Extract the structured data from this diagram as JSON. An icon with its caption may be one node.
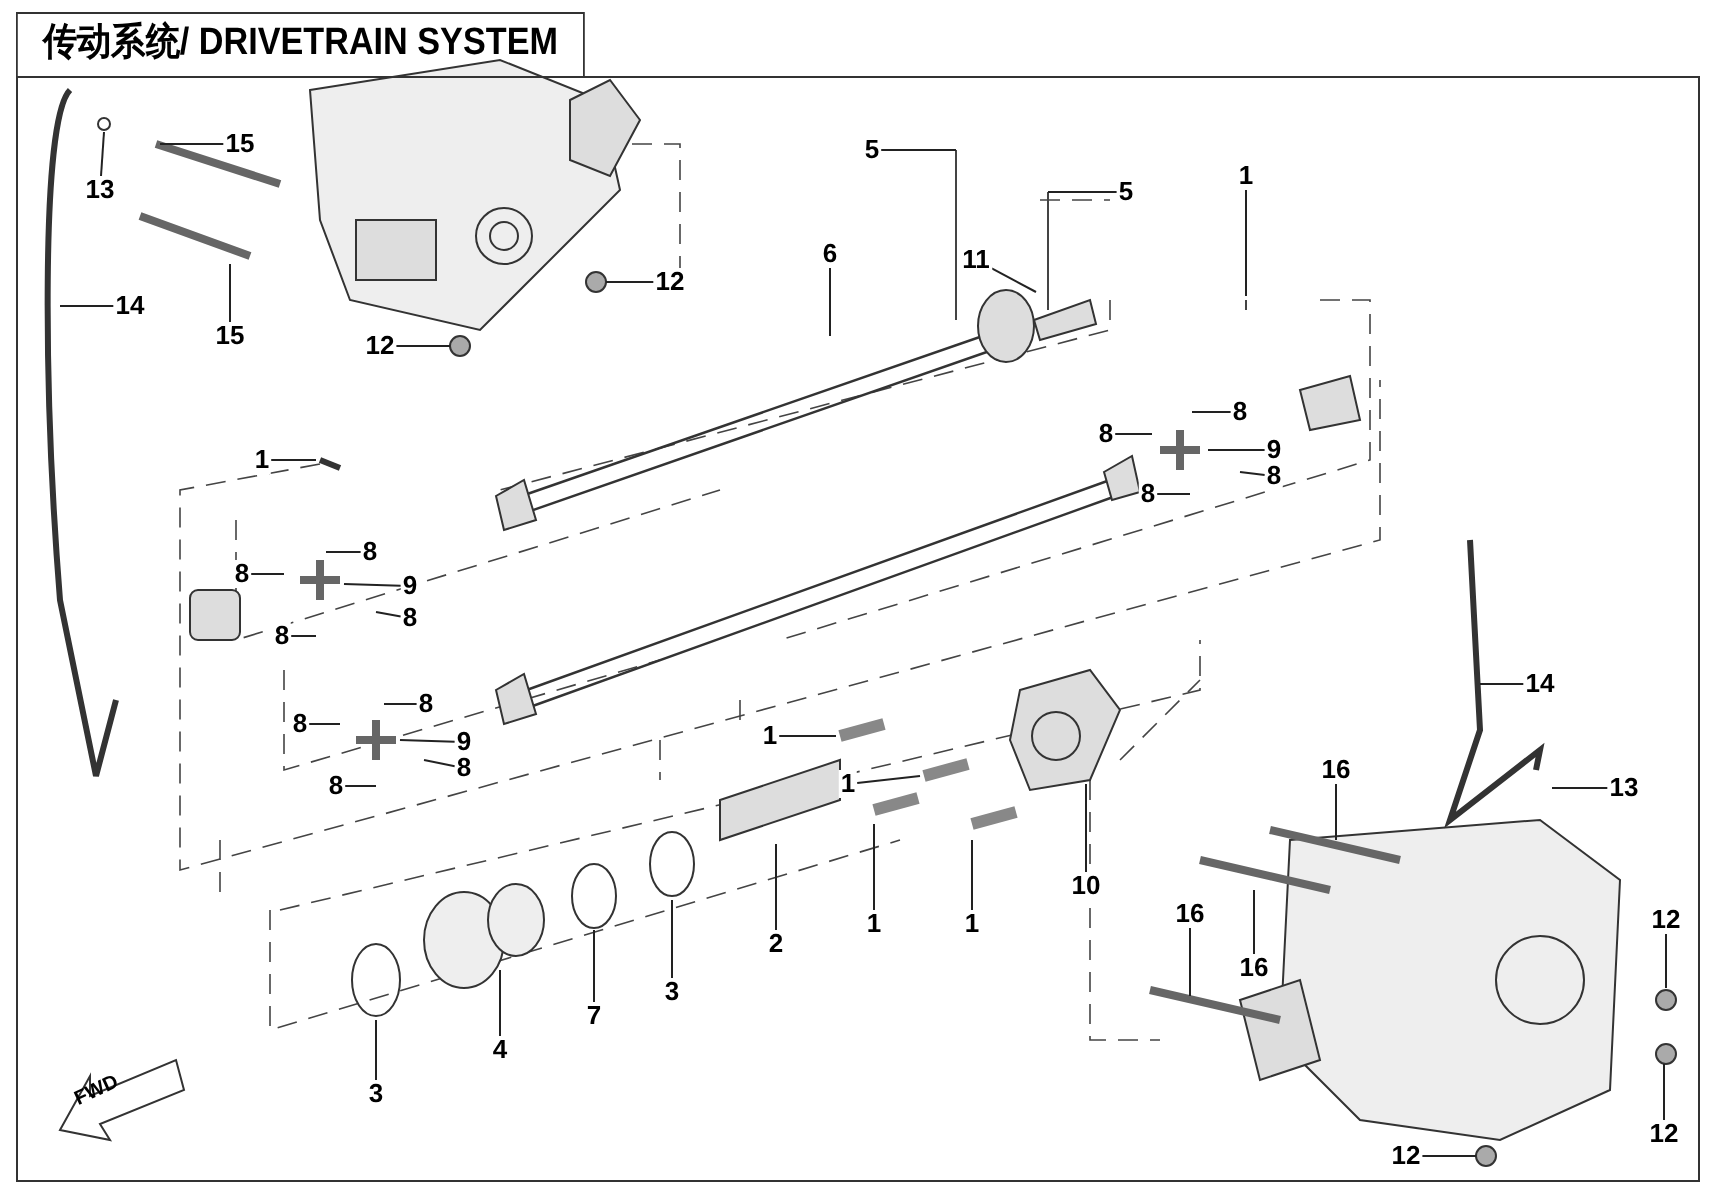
{
  "diagram": {
    "title": "传动系统/ DRIVETRAIN SYSTEM",
    "nodes": [
      {
        "text": [
          "15"
        ]
      },
      {
        "text": [
          "13"
        ]
      },
      {
        "text": [
          "15"
        ]
      },
      {
        "text": [
          "14"
        ]
      },
      {
        "text": [
          "12"
        ]
      },
      {
        "text": [
          "12"
        ]
      },
      {
        "text": [
          "6"
        ]
      },
      {
        "text": [
          "5"
        ]
      },
      {
        "text": [
          "5"
        ]
      },
      {
        "text": [
          "11"
        ]
      },
      {
        "text": [
          "1"
        ]
      },
      {
        "text": [
          "1"
        ]
      },
      {
        "text": [
          "8"
        ]
      },
      {
        "text": [
          "8"
        ]
      },
      {
        "text": [
          "9"
        ]
      },
      {
        "text": [
          "8"
        ]
      },
      {
        "text": [
          "8"
        ]
      },
      {
        "text": [
          "8"
        ]
      },
      {
        "text": [
          "8"
        ]
      },
      {
        "text": [
          "9"
        ]
      },
      {
        "text": [
          "8"
        ]
      },
      {
        "text": [
          "8"
        ]
      },
      {
        "text": [
          "8"
        ]
      },
      {
        "text": [
          "8"
        ]
      },
      {
        "text": [
          "9"
        ]
      },
      {
        "text": [
          "8"
        ]
      },
      {
        "text": [
          "8"
        ]
      },
      {
        "text": [
          "1"
        ]
      },
      {
        "text": [
          "1"
        ]
      },
      {
        "text": [
          "1"
        ]
      },
      {
        "text": [
          "1"
        ]
      },
      {
        "text": [
          "10"
        ]
      },
      {
        "text": [
          "2"
        ]
      },
      {
        "text": [
          "3"
        ]
      },
      {
        "text": [
          "7"
        ]
      },
      {
        "text": [
          "4"
        ]
      },
      {
        "text": [
          "3"
        ]
      },
      {
        "text": [
          "14"
        ]
      },
      {
        "text": [
          "13"
        ]
      },
      {
        "text": [
          "16"
        ]
      },
      {
        "text": [
          "16"
        ]
      },
      {
        "text": [
          "16"
        ]
      },
      {
        "text": [
          "12"
        ]
      },
      {
        "text": [
          "12"
        ]
      },
      {
        "text": [
          "12"
        ]
      }
    ],
    "edges": [
      {
        "from": 0,
        "to": null,
        "arrow": "none"
      },
      {
        "from": 1,
        "to": null,
        "arrow": "none"
      },
      {
        "from": 2,
        "to": null,
        "arrow": "none"
      },
      {
        "from": 3,
        "to": null,
        "arrow": "none"
      },
      {
        "from": 4,
        "to": null,
        "arrow": "none"
      },
      {
        "from": 5,
        "to": null,
        "arrow": "none"
      },
      {
        "from": 6,
        "to": null,
        "arrow": "none"
      },
      {
        "from": 7,
        "to": null,
        "arrow": "none"
      },
      {
        "from": 8,
        "to": null,
        "arrow": "none"
      },
      {
        "from": 9,
        "to": null,
        "arrow": "none"
      },
      {
        "from": 10,
        "to": null,
        "arrow": "none"
      },
      {
        "from": 11,
        "to": null,
        "arrow": "none"
      },
      {
        "from": 12,
        "to": null,
        "arrow": "none"
      },
      {
        "from": 13,
        "to": null,
        "arrow": "none"
      },
      {
        "from": 14,
        "to": null,
        "arrow": "none"
      },
      {
        "from": 15,
        "to": null,
        "arrow": "none"
      },
      {
        "from": 16,
        "to": null,
        "arrow": "none"
      },
      {
        "from": 17,
        "to": null,
        "arrow": "none"
      },
      {
        "from": 18,
        "to": null,
        "arrow": "none"
      },
      {
        "from": 19,
        "to": null,
        "arrow": "none"
      },
      {
        "from": 20,
        "to": null,
        "arrow": "none"
      },
      {
        "from": 21,
        "to": null,
        "arrow": "none"
      },
      {
        "from": 22,
        "to": null,
        "arrow": "none"
      },
      {
        "from": 23,
        "to": null,
        "arrow": "none"
      },
      {
        "from": 24,
        "to": null,
        "arrow": "none"
      },
      {
        "from": 25,
        "to": null,
        "arrow": "none"
      },
      {
        "from": 26,
        "to": null,
        "arrow": "none"
      },
      {
        "from": 27,
        "to": null,
        "arrow": "none"
      },
      {
        "from": 28,
        "to": null,
        "arrow": "none"
      },
      {
        "from": 29,
        "to": null,
        "arrow": "none"
      },
      {
        "from": 30,
        "to": null,
        "arrow": "none"
      },
      {
        "from": 31,
        "to": null,
        "arrow": "none"
      },
      {
        "from": 32,
        "to": null,
        "arrow": "none"
      },
      {
        "from": 33,
        "to": null,
        "arrow": "none"
      },
      {
        "from": 34,
        "to": null,
        "arrow": "none"
      },
      {
        "from": 35,
        "to": null,
        "arrow": "none"
      },
      {
        "from": 36,
        "to": null,
        "arrow": "none"
      },
      {
        "from": 37,
        "to": null,
        "arrow": "none"
      },
      {
        "from": 38,
        "to": null,
        "arrow": "none"
      },
      {
        "from": 39,
        "to": null,
        "arrow": "none"
      },
      {
        "from": 40,
        "to": null,
        "arrow": "none"
      },
      {
        "from": 41,
        "to": null,
        "arrow": "none"
      },
      {
        "from": 42,
        "to": null,
        "arrow": "none"
      },
      {
        "from": 43,
        "to": null,
        "arrow": "none"
      },
      {
        "from": 44,
        "to": null,
        "arrow": "none"
      }
    ],
    "labels": [
      "FWD"
    ]
  }
}
